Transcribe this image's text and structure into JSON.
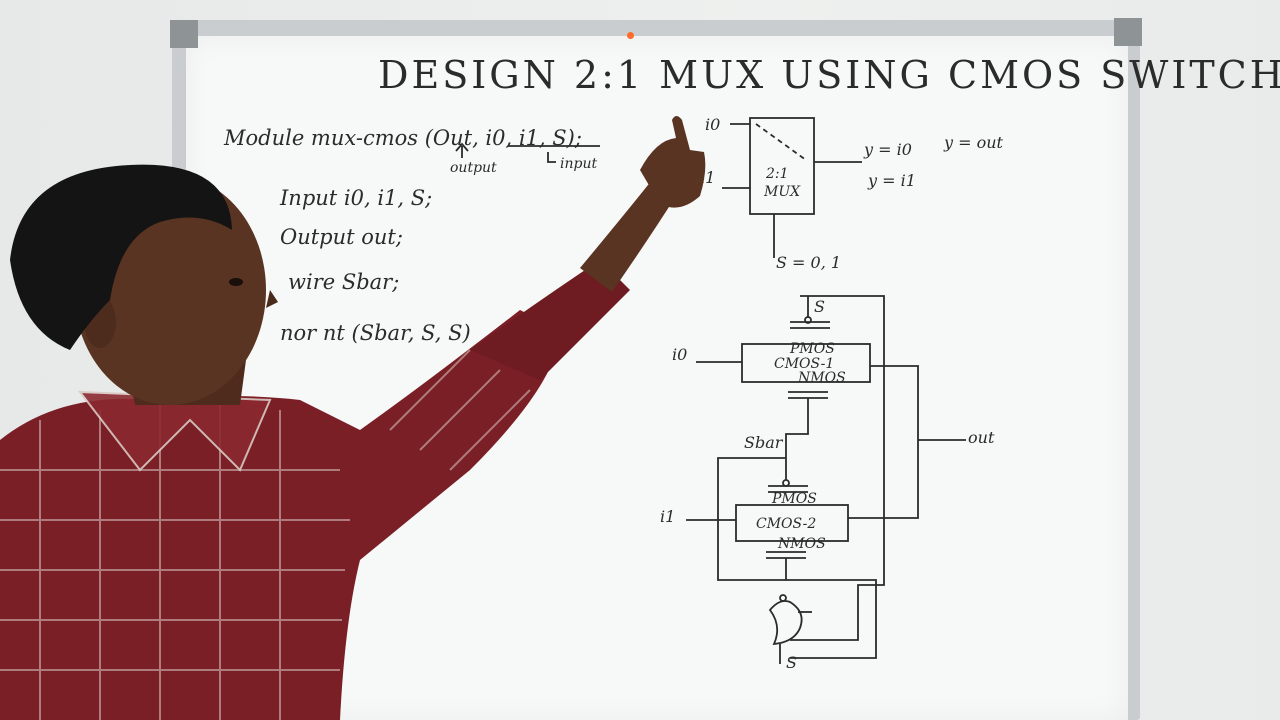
{
  "title": "DESIGN 2:1 MUX USING CMOS SWITCH",
  "code": {
    "module": "Module mux-cmos (Out, i0, i1, S);",
    "output_note": "output",
    "input_note": "input",
    "input_decl": "Input i0, i1, S;",
    "output_decl": "Output out;",
    "wire_decl": "wire Sbar;",
    "nor_decl": "nor nt (Sbar, S, S)"
  },
  "block": {
    "in0": "i0",
    "in1": "i1",
    "name_top": "2:1",
    "name_bottom": "MUX",
    "select": "S = 0, 1",
    "eq0": "y = i0",
    "eq1": "y = i1",
    "eq_out": "y = out"
  },
  "circuit": {
    "s_top": "S",
    "cmos1_top": "PMOS",
    "cmos1_name": "CMOS-1",
    "cmos1_bottom": "NMOS",
    "in0": "i0",
    "sbar": "Sbar",
    "in1": "i1",
    "cmos2_top": "PMOS",
    "cmos2_name": "CMOS-2",
    "cmos2_bottom": "NMOS",
    "out": "out",
    "s_bottom": "S"
  },
  "colors": {
    "ink": "#2b2b2b",
    "shirt": "#7a1f25",
    "skin": "#5a3422",
    "hair": "#141414"
  }
}
